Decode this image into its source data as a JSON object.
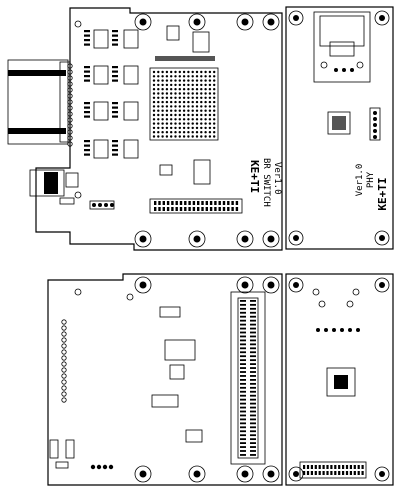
{
  "top_left_board": {
    "logo_text": "KE+TI",
    "silk_line1": "BR SWITCH",
    "silk_line2": "Ver1.0"
  },
  "top_right_board": {
    "logo_text": "KE+TI",
    "silk_line1": "PHY",
    "silk_line2": "Ver1.0"
  },
  "colors": {
    "ink": "#000000",
    "paper": "#ffffff",
    "screw_ring": "#000000"
  }
}
